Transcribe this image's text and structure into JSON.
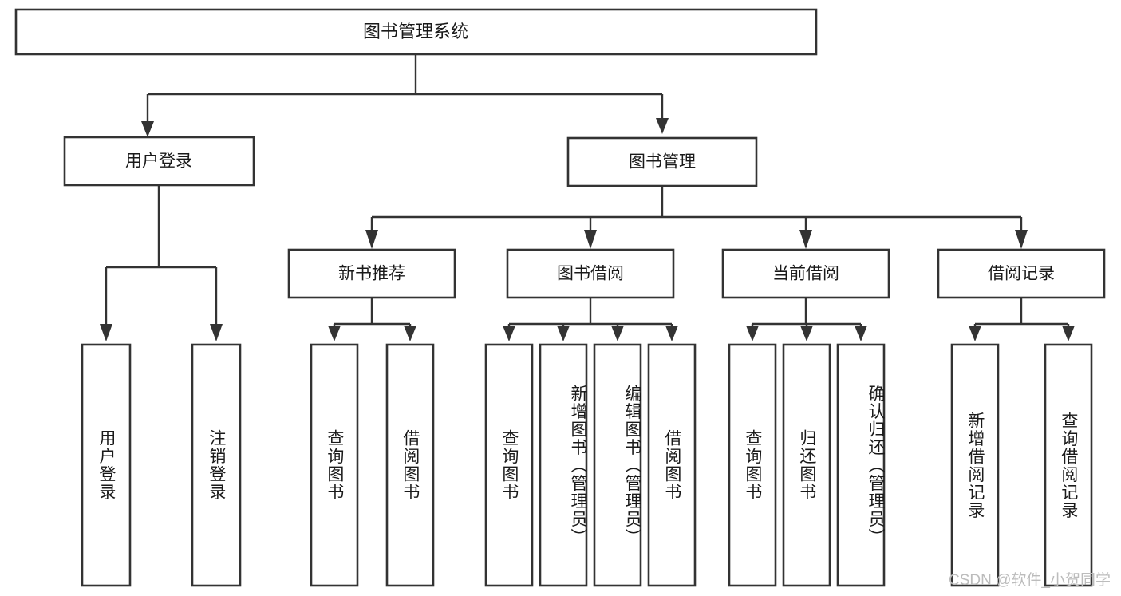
{
  "diagram": {
    "type": "hierarchy-tree",
    "title": "图书管理系统",
    "watermark": "CSDN @软件_小贺同学",
    "colors": {
      "box_fill": "#ffffff",
      "box_stroke": "#333333",
      "text": "#1a1a1a",
      "watermark": "#bcbcbc",
      "background": "#ffffff"
    },
    "root": {
      "label": "图书管理系统"
    },
    "level2": [
      {
        "label": "用户登录"
      },
      {
        "label": "图书管理"
      }
    ],
    "level3": [
      {
        "label": "新书推荐"
      },
      {
        "label": "图书借阅"
      },
      {
        "label": "当前借阅"
      },
      {
        "label": "借阅记录"
      }
    ],
    "leaves": {
      "user_login": [
        {
          "label": "用户登录"
        },
        {
          "label": "注销登录"
        }
      ],
      "new_book_recommend": [
        {
          "label": "查询图书"
        },
        {
          "label": "借阅图书"
        }
      ],
      "book_borrow": [
        {
          "label": "查询图书"
        },
        {
          "label": "新增图书（管理员）"
        },
        {
          "label": "编辑图书（管理员）"
        },
        {
          "label": "借阅图书"
        }
      ],
      "current_borrow": [
        {
          "label": "查询图书"
        },
        {
          "label": "归还图书"
        },
        {
          "label": "确认归还（管理员）"
        }
      ],
      "borrow_records": [
        {
          "label": "新增借阅记录"
        },
        {
          "label": "查询借阅记录"
        }
      ]
    }
  }
}
